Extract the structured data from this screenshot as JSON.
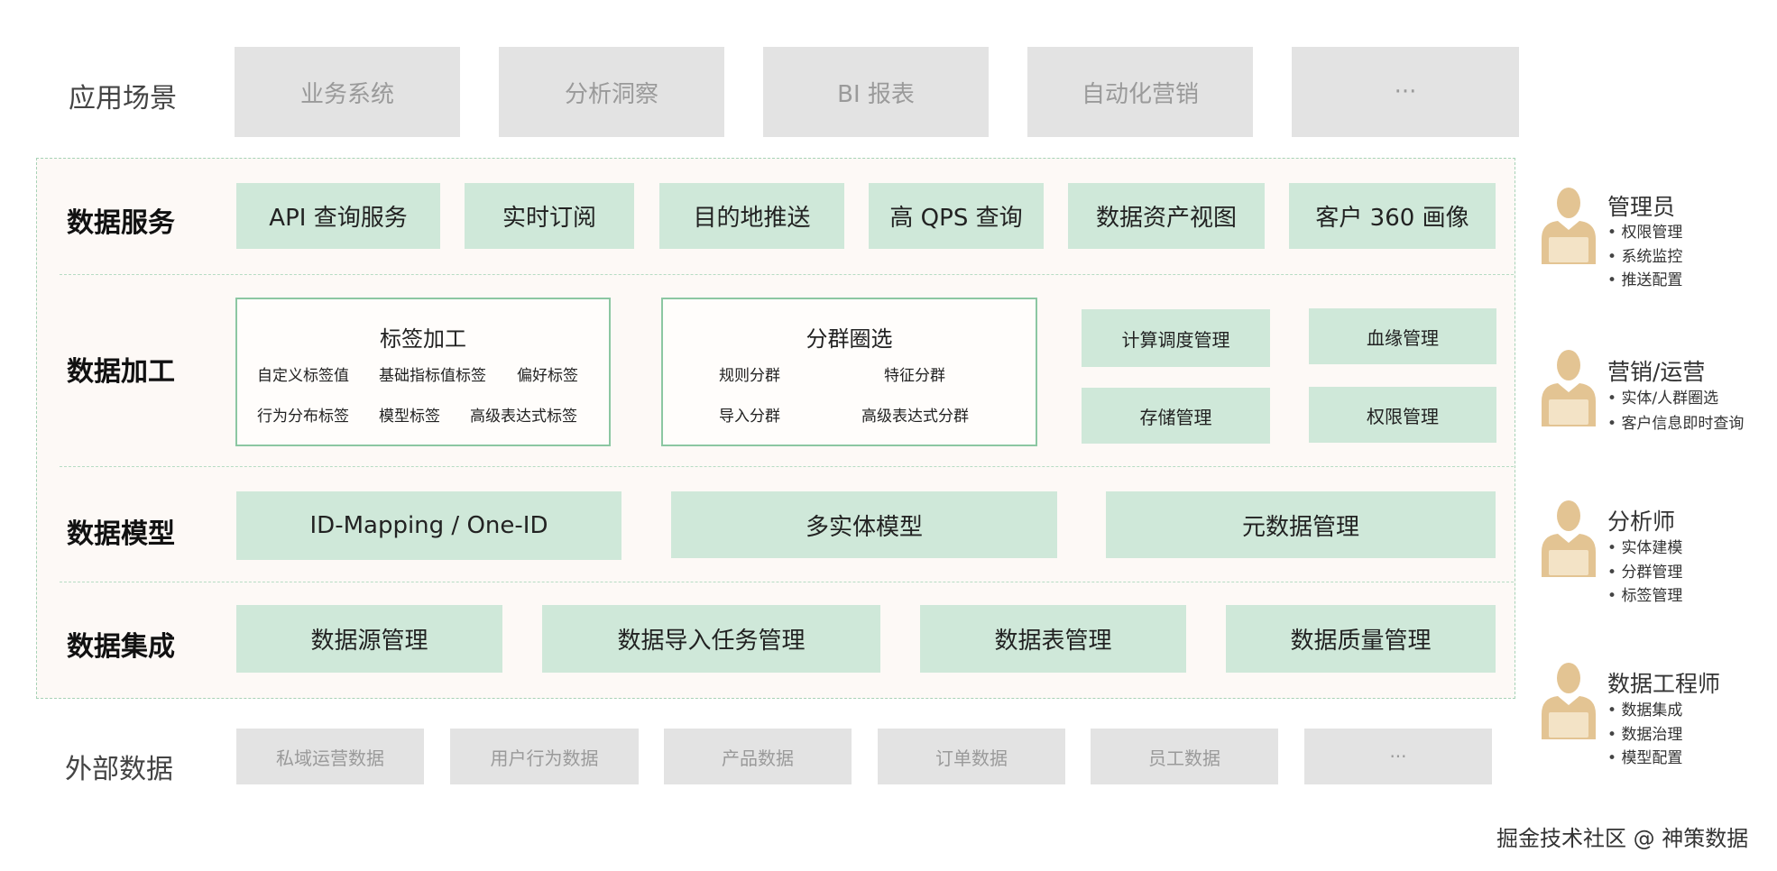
{
  "rows": {
    "app": "应用场景",
    "service": "数据服务",
    "process": "数据加工",
    "model": "数据模型",
    "integration": "数据集成",
    "external": "外部数据"
  },
  "app_scenarios": [
    "业务系统",
    "分析洞察",
    "BI 报表",
    "自动化营销",
    "···"
  ],
  "data_service": [
    "API 查询服务",
    "实时订阅",
    "目的地推送",
    "高 QPS 查询",
    "数据资产视图",
    "客户 360 画像"
  ],
  "tag_processing": {
    "title": "标签加工",
    "tags": [
      "自定义标签值",
      "基础指标值标签",
      "偏好标签",
      "行为分布标签",
      "模型标签",
      "高级表达式标签"
    ]
  },
  "segment": {
    "title": "分群圈选",
    "items": [
      "规则分群",
      "特征分群",
      "导入分群",
      "高级表达式分群"
    ]
  },
  "process_boxes": [
    "计算调度管理",
    "血缘管理",
    "存储管理",
    "权限管理"
  ],
  "data_model": [
    "ID-Mapping / One-ID",
    "多实体模型",
    "元数据管理"
  ],
  "data_integration": [
    "数据源管理",
    "数据导入任务管理",
    "数据表管理",
    "数据质量管理"
  ],
  "external_data": [
    "私域运营数据",
    "用户行为数据",
    "产品数据",
    "订单数据",
    "员工数据",
    "···"
  ],
  "roles": [
    {
      "name": "管理员",
      "items": [
        "权限管理",
        "系统监控",
        "推送配置"
      ]
    },
    {
      "name": "营销/运营",
      "items": [
        "实体/人群圈选",
        "客户信息即时查询"
      ]
    },
    {
      "name": "分析师",
      "items": [
        "实体建模",
        "分群管理",
        "标签管理"
      ]
    },
    {
      "name": "数据工程师",
      "items": [
        "数据集成",
        "数据治理",
        "模型配置"
      ]
    }
  ],
  "footer": "掘金技术社区 @ 神策数据",
  "colors": {
    "green_fill": "#cfe8d9",
    "gray_fill": "#e3e3e3",
    "person": "#e3c493",
    "outline": "#8cc7a2"
  }
}
